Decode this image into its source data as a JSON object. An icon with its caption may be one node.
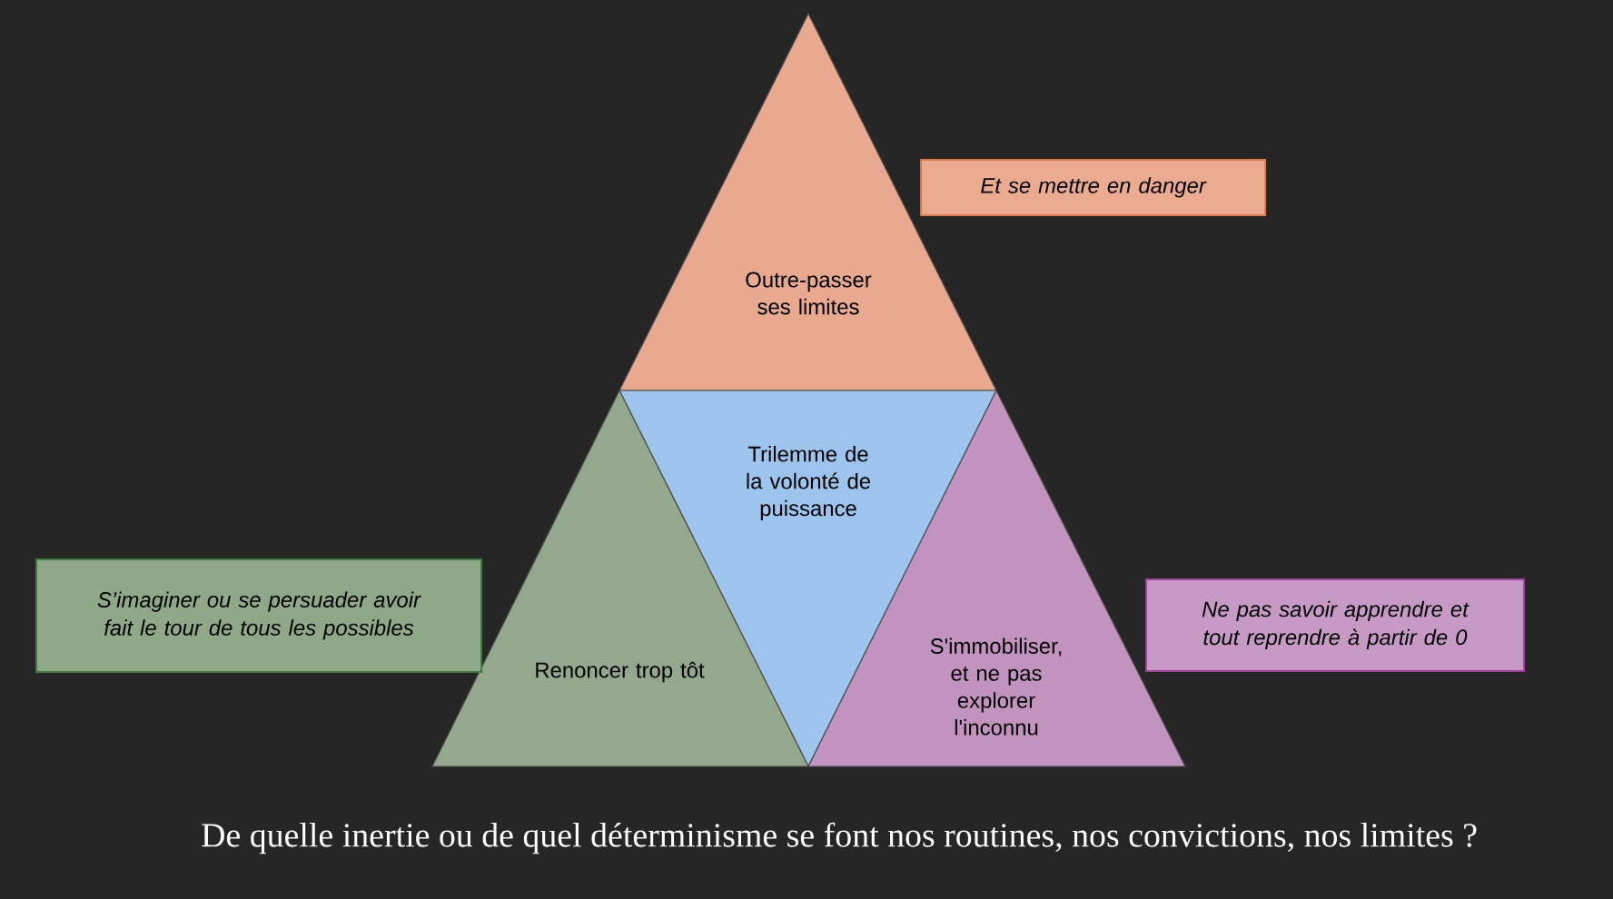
{
  "diagram": {
    "caption": "De quelle inertie ou de quel déterminisme se font nos routines, nos convictions, nos limites ?",
    "nodes": [
      {
        "text": [
          "Outre-passer ses limites"
        ]
      },
      {
        "text": [
          "Trilemme de la volonté de puissance"
        ]
      },
      {
        "text": [
          "Renoncer trop tôt"
        ]
      },
      {
        "text": [
          "S'immobiliser, et ne pas explorer l'inconnu"
        ]
      },
      {
        "text": [
          "Et se mettre en danger"
        ]
      },
      {
        "text": [
          "S’imaginer ou se persuader avoir fait le tour de tous les possibles"
        ]
      },
      {
        "text": [
          "Ne pas savoir apprendre et tout reprendre à partir de 0"
        ]
      }
    ]
  }
}
